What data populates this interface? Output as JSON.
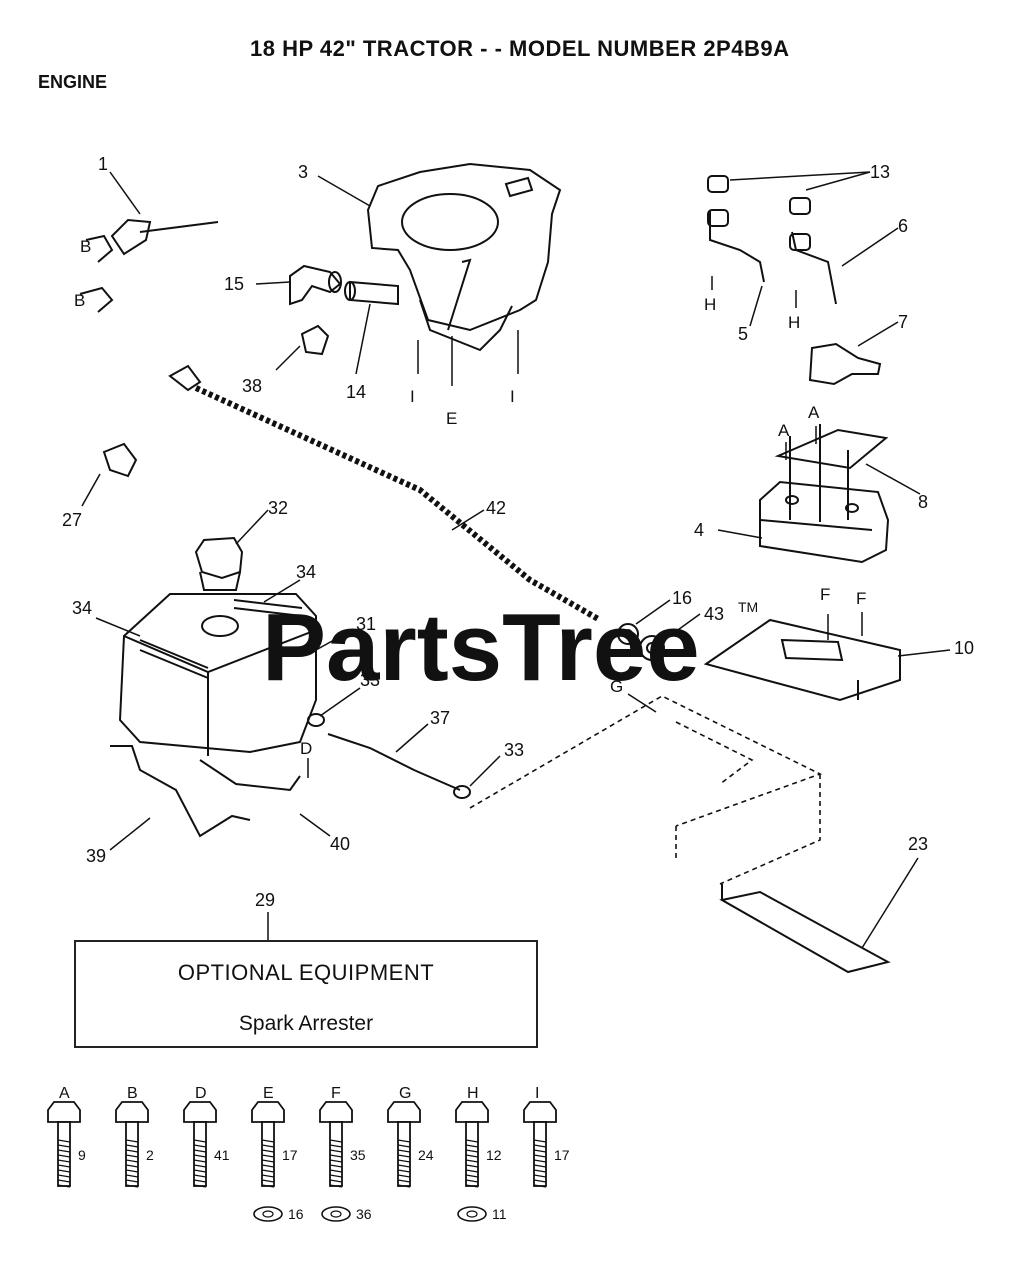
{
  "header": {
    "title": "18 HP 42\" TRACTOR - - MODEL NUMBER 2P4B9A",
    "section": "ENGINE"
  },
  "watermark": {
    "text": "PartsTree",
    "tm": "TM"
  },
  "callouts": [
    {
      "id": "c1",
      "label": "1"
    },
    {
      "id": "c3",
      "label": "3"
    },
    {
      "id": "c13",
      "label": "13"
    },
    {
      "id": "c6",
      "label": "6"
    },
    {
      "id": "c15",
      "label": "15"
    },
    {
      "id": "c5",
      "label": "5"
    },
    {
      "id": "c7",
      "label": "7"
    },
    {
      "id": "c38",
      "label": "38"
    },
    {
      "id": "c14",
      "label": "14"
    },
    {
      "id": "c27",
      "label": "27"
    },
    {
      "id": "c8",
      "label": "8"
    },
    {
      "id": "c32",
      "label": "32"
    },
    {
      "id": "c42",
      "label": "42"
    },
    {
      "id": "c4",
      "label": "4"
    },
    {
      "id": "c34a",
      "label": "34"
    },
    {
      "id": "c34b",
      "label": "34"
    },
    {
      "id": "c31",
      "label": "31"
    },
    {
      "id": "c16",
      "label": "16"
    },
    {
      "id": "c43",
      "label": "43"
    },
    {
      "id": "c10",
      "label": "10"
    },
    {
      "id": "c33a",
      "label": "33"
    },
    {
      "id": "c37",
      "label": "37"
    },
    {
      "id": "c33b",
      "label": "33"
    },
    {
      "id": "c39",
      "label": "39"
    },
    {
      "id": "c40",
      "label": "40"
    },
    {
      "id": "c23",
      "label": "23"
    },
    {
      "id": "c29",
      "label": "29"
    }
  ],
  "fastener_letters": [
    "B",
    "B",
    "H",
    "H",
    "I",
    "E",
    "I",
    "A",
    "A",
    "F",
    "F",
    "G",
    "D"
  ],
  "optional_equipment": {
    "title": "OPTIONAL EQUIPMENT",
    "item": "Spark Arrester"
  },
  "hardware": [
    {
      "letter": "A",
      "part": "9"
    },
    {
      "letter": "B",
      "part": "2"
    },
    {
      "letter": "D",
      "part": "41"
    },
    {
      "letter": "E",
      "part": "17",
      "washer": "16"
    },
    {
      "letter": "F",
      "part": "35",
      "washer": "36"
    },
    {
      "letter": "G",
      "part": "24"
    },
    {
      "letter": "H",
      "part": "12",
      "washer": "11"
    },
    {
      "letter": "I",
      "part": "17"
    }
  ]
}
